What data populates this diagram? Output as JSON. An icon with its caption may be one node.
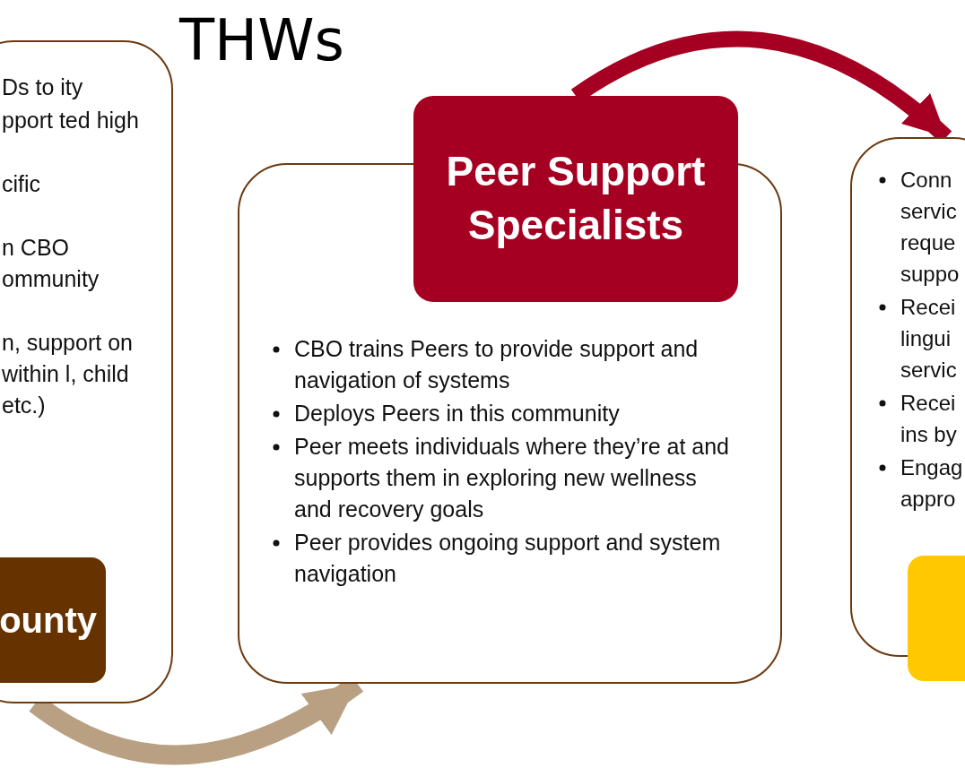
{
  "diagram": {
    "title": "THWs",
    "nodes": [
      {
        "text": [
          "Ds to ity",
          "pport ted high",
          "cific",
          "n CBO ommunity",
          "n, support on within l, child etc.)"
        ]
      },
      {
        "text": [
          "ounty"
        ],
        "in": 0
      },
      {
        "text": [
          "CBO trains Peers to provide support and navigation of systems",
          "Deploys Peers in this community",
          "Peer meets individuals where they’re at and supports them in exploring new wellness and recovery goals",
          "Peer provides ongoing support and system navigation"
        ]
      },
      {
        "text": [
          "Peer Support Specialists"
        ]
      },
      {
        "text": [
          "Conn servic reque suppo",
          "Recei lingui servic",
          "Recei ins by",
          "Engag appro"
        ]
      },
      {
        "text": [],
        "shape": "box"
      }
    ],
    "edges": [
      {
        "from": 0,
        "to": 2,
        "arrow": "to",
        "color": "#b9a082"
      },
      {
        "from": 3,
        "to": 4,
        "arrow": "to",
        "color": "#a50021"
      }
    ]
  }
}
